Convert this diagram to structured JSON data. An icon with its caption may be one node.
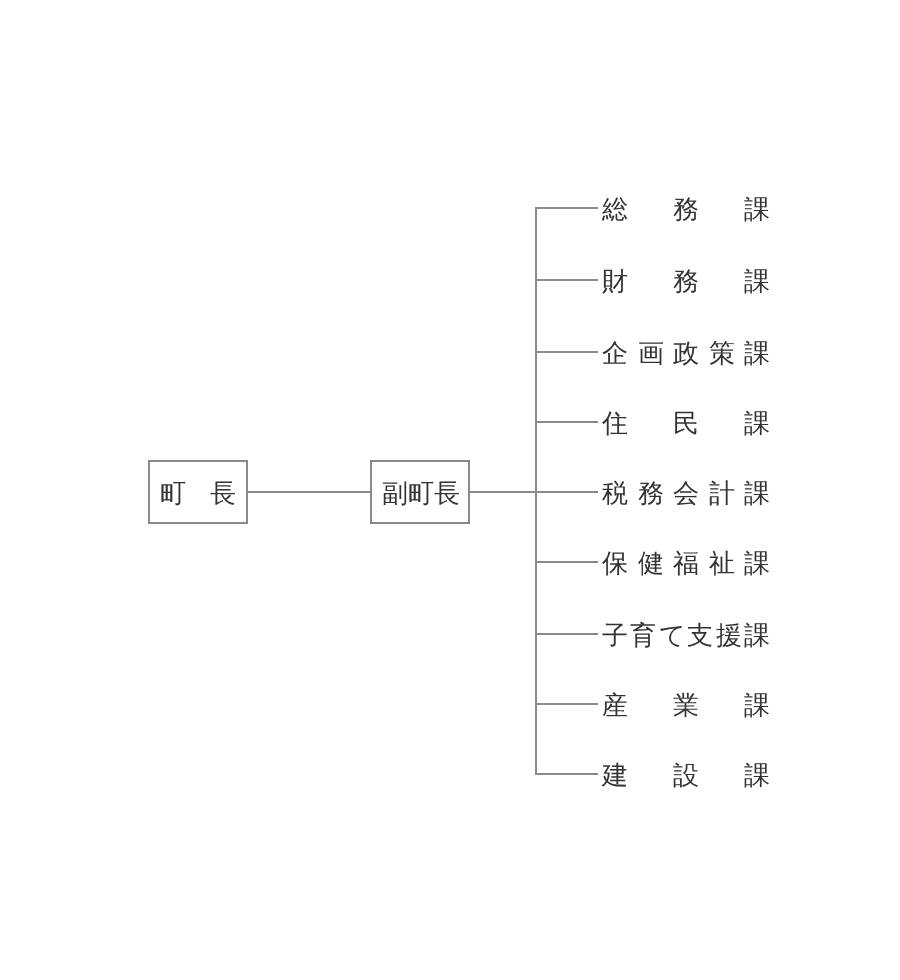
{
  "diagram": {
    "nodes": [
      {
        "text": [
          "町長"
        ]
      },
      {
        "text": [
          "副町長"
        ]
      },
      {
        "text": [
          "総務課"
        ]
      },
      {
        "text": [
          "財務課"
        ]
      },
      {
        "text": [
          "企画政策課"
        ]
      },
      {
        "text": [
          "住民課"
        ]
      },
      {
        "text": [
          "税務会計課"
        ]
      },
      {
        "text": [
          "保健福祉課"
        ]
      },
      {
        "text": [
          "子育て支援課"
        ]
      },
      {
        "text": [
          "産業課"
        ]
      },
      {
        "text": [
          "建設課"
        ]
      }
    ],
    "edges": [
      {
        "from": 0,
        "to": 1,
        "arrow": "none"
      },
      {
        "from": 1,
        "to": 2,
        "arrow": "none"
      },
      {
        "from": 1,
        "to": 3,
        "arrow": "none"
      },
      {
        "from": 1,
        "to": 4,
        "arrow": "none"
      },
      {
        "from": 1,
        "to": 5,
        "arrow": "none"
      },
      {
        "from": 1,
        "to": 6,
        "arrow": "none"
      },
      {
        "from": 1,
        "to": 7,
        "arrow": "none"
      },
      {
        "from": 1,
        "to": 8,
        "arrow": "none"
      },
      {
        "from": 1,
        "to": 9,
        "arrow": "none"
      },
      {
        "from": 1,
        "to": 10,
        "arrow": "none"
      }
    ]
  }
}
